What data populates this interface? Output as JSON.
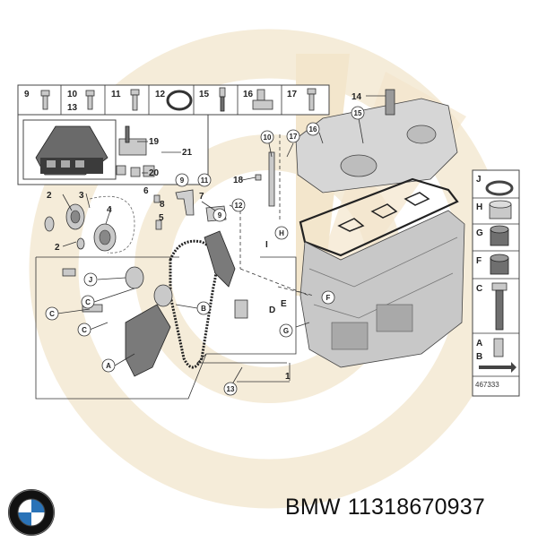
{
  "colors": {
    "watermark": "#f3e6cc",
    "cell_border": "#444444",
    "logo_blue": "#2a73b8",
    "logo_black": "#111111"
  },
  "diagram": {
    "header_labels": [
      "9",
      "10",
      "13",
      "11",
      "12",
      "15",
      "16",
      "17"
    ],
    "toolkit_labels": [
      "19",
      "21",
      "20"
    ],
    "right_column_labels": [
      "J",
      "H",
      "G",
      "F",
      "C",
      "A",
      "B"
    ],
    "figure_number": "467333",
    "callouts": {
      "n14": "14",
      "n15": "15",
      "n16": "16",
      "n17": "17",
      "n10": "10",
      "n18": "18",
      "n9": "9",
      "n11": "11",
      "n8": "8",
      "n7": "7",
      "n12": "12",
      "n6": "6",
      "n5": "5",
      "n4": "4",
      "n3": "3",
      "n2a": "2",
      "n2b": "2",
      "n9b": "9",
      "n13": "13",
      "n1": "1",
      "cH": "H",
      "cI": "I",
      "cD": "D",
      "cE": "E",
      "cF": "F",
      "cG": "G",
      "cJ": "J",
      "cC1": "C",
      "cC2": "C",
      "cB": "B",
      "cA": "A"
    }
  },
  "footer": {
    "brand": "BMW",
    "part_number": "11318670937"
  }
}
